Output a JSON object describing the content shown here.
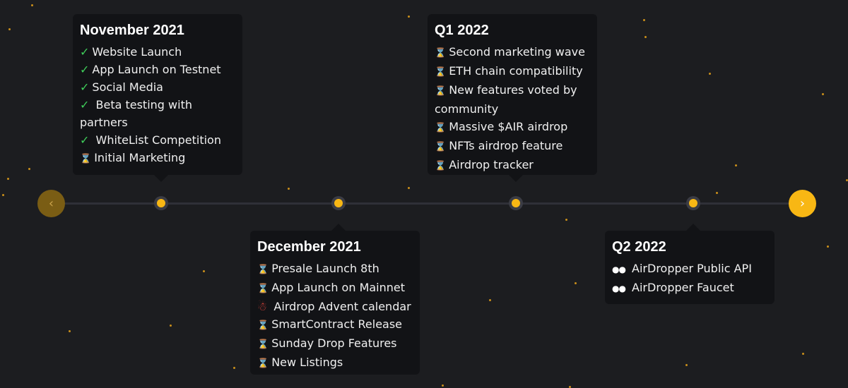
{
  "colors": {
    "background": "#1c1d20",
    "card": "#121316",
    "accent": "#f8b714",
    "check": "#3fce5a"
  },
  "navigation": {
    "prev_icon": "chevron-left-icon",
    "next_icon": "chevron-right-icon",
    "prev_symbol": "‹",
    "next_symbol": "›"
  },
  "milestones": [
    {
      "title": "November 2021",
      "items": [
        {
          "icon": "check-icon",
          "text": "Website Launch"
        },
        {
          "icon": "check-icon",
          "text": "App Launch on Testnet"
        },
        {
          "icon": "check-icon",
          "text": "Social Media"
        },
        {
          "icon": "check-icon",
          "text": " Beta testing with partners"
        },
        {
          "icon": "check-icon",
          "text": " WhiteList Competition"
        },
        {
          "icon": "hourglass-icon",
          "text": "Initial Marketing"
        }
      ]
    },
    {
      "title": "December 2021",
      "items": [
        {
          "icon": "hourglass-icon",
          "text": "Presale Launch 8th"
        },
        {
          "icon": "hourglass-icon",
          "text": "App Launch on Mainnet"
        },
        {
          "icon": "santa-icon",
          "text": " Airdrop Advent calendar"
        },
        {
          "icon": "hourglass-icon",
          "text": "SmartContract Release"
        },
        {
          "icon": "hourglass-icon",
          "text": "Sunday Drop Features"
        },
        {
          "icon": "hourglass-icon",
          "text": "New Listings"
        }
      ]
    },
    {
      "title": "Q1 2022",
      "items": [
        {
          "icon": "hourglass-icon",
          "text": "Second marketing wave"
        },
        {
          "icon": "hourglass-icon",
          "text": "ETH chain compatibility"
        },
        {
          "icon": "hourglass-icon",
          "text": "New features voted by community"
        },
        {
          "icon": "hourglass-icon",
          "text": "Massive $AIR airdrop"
        },
        {
          "icon": "hourglass-icon",
          "text": "NFTs airdrop feature"
        },
        {
          "icon": "hourglass-icon",
          "text": "Airdrop tracker"
        }
      ]
    },
    {
      "title": "Q2 2022",
      "items": [
        {
          "icon": "eyes-icon",
          "text": " AirDropper Public API"
        },
        {
          "icon": "eyes-icon",
          "text": " AirDropper Faucet"
        }
      ]
    }
  ]
}
